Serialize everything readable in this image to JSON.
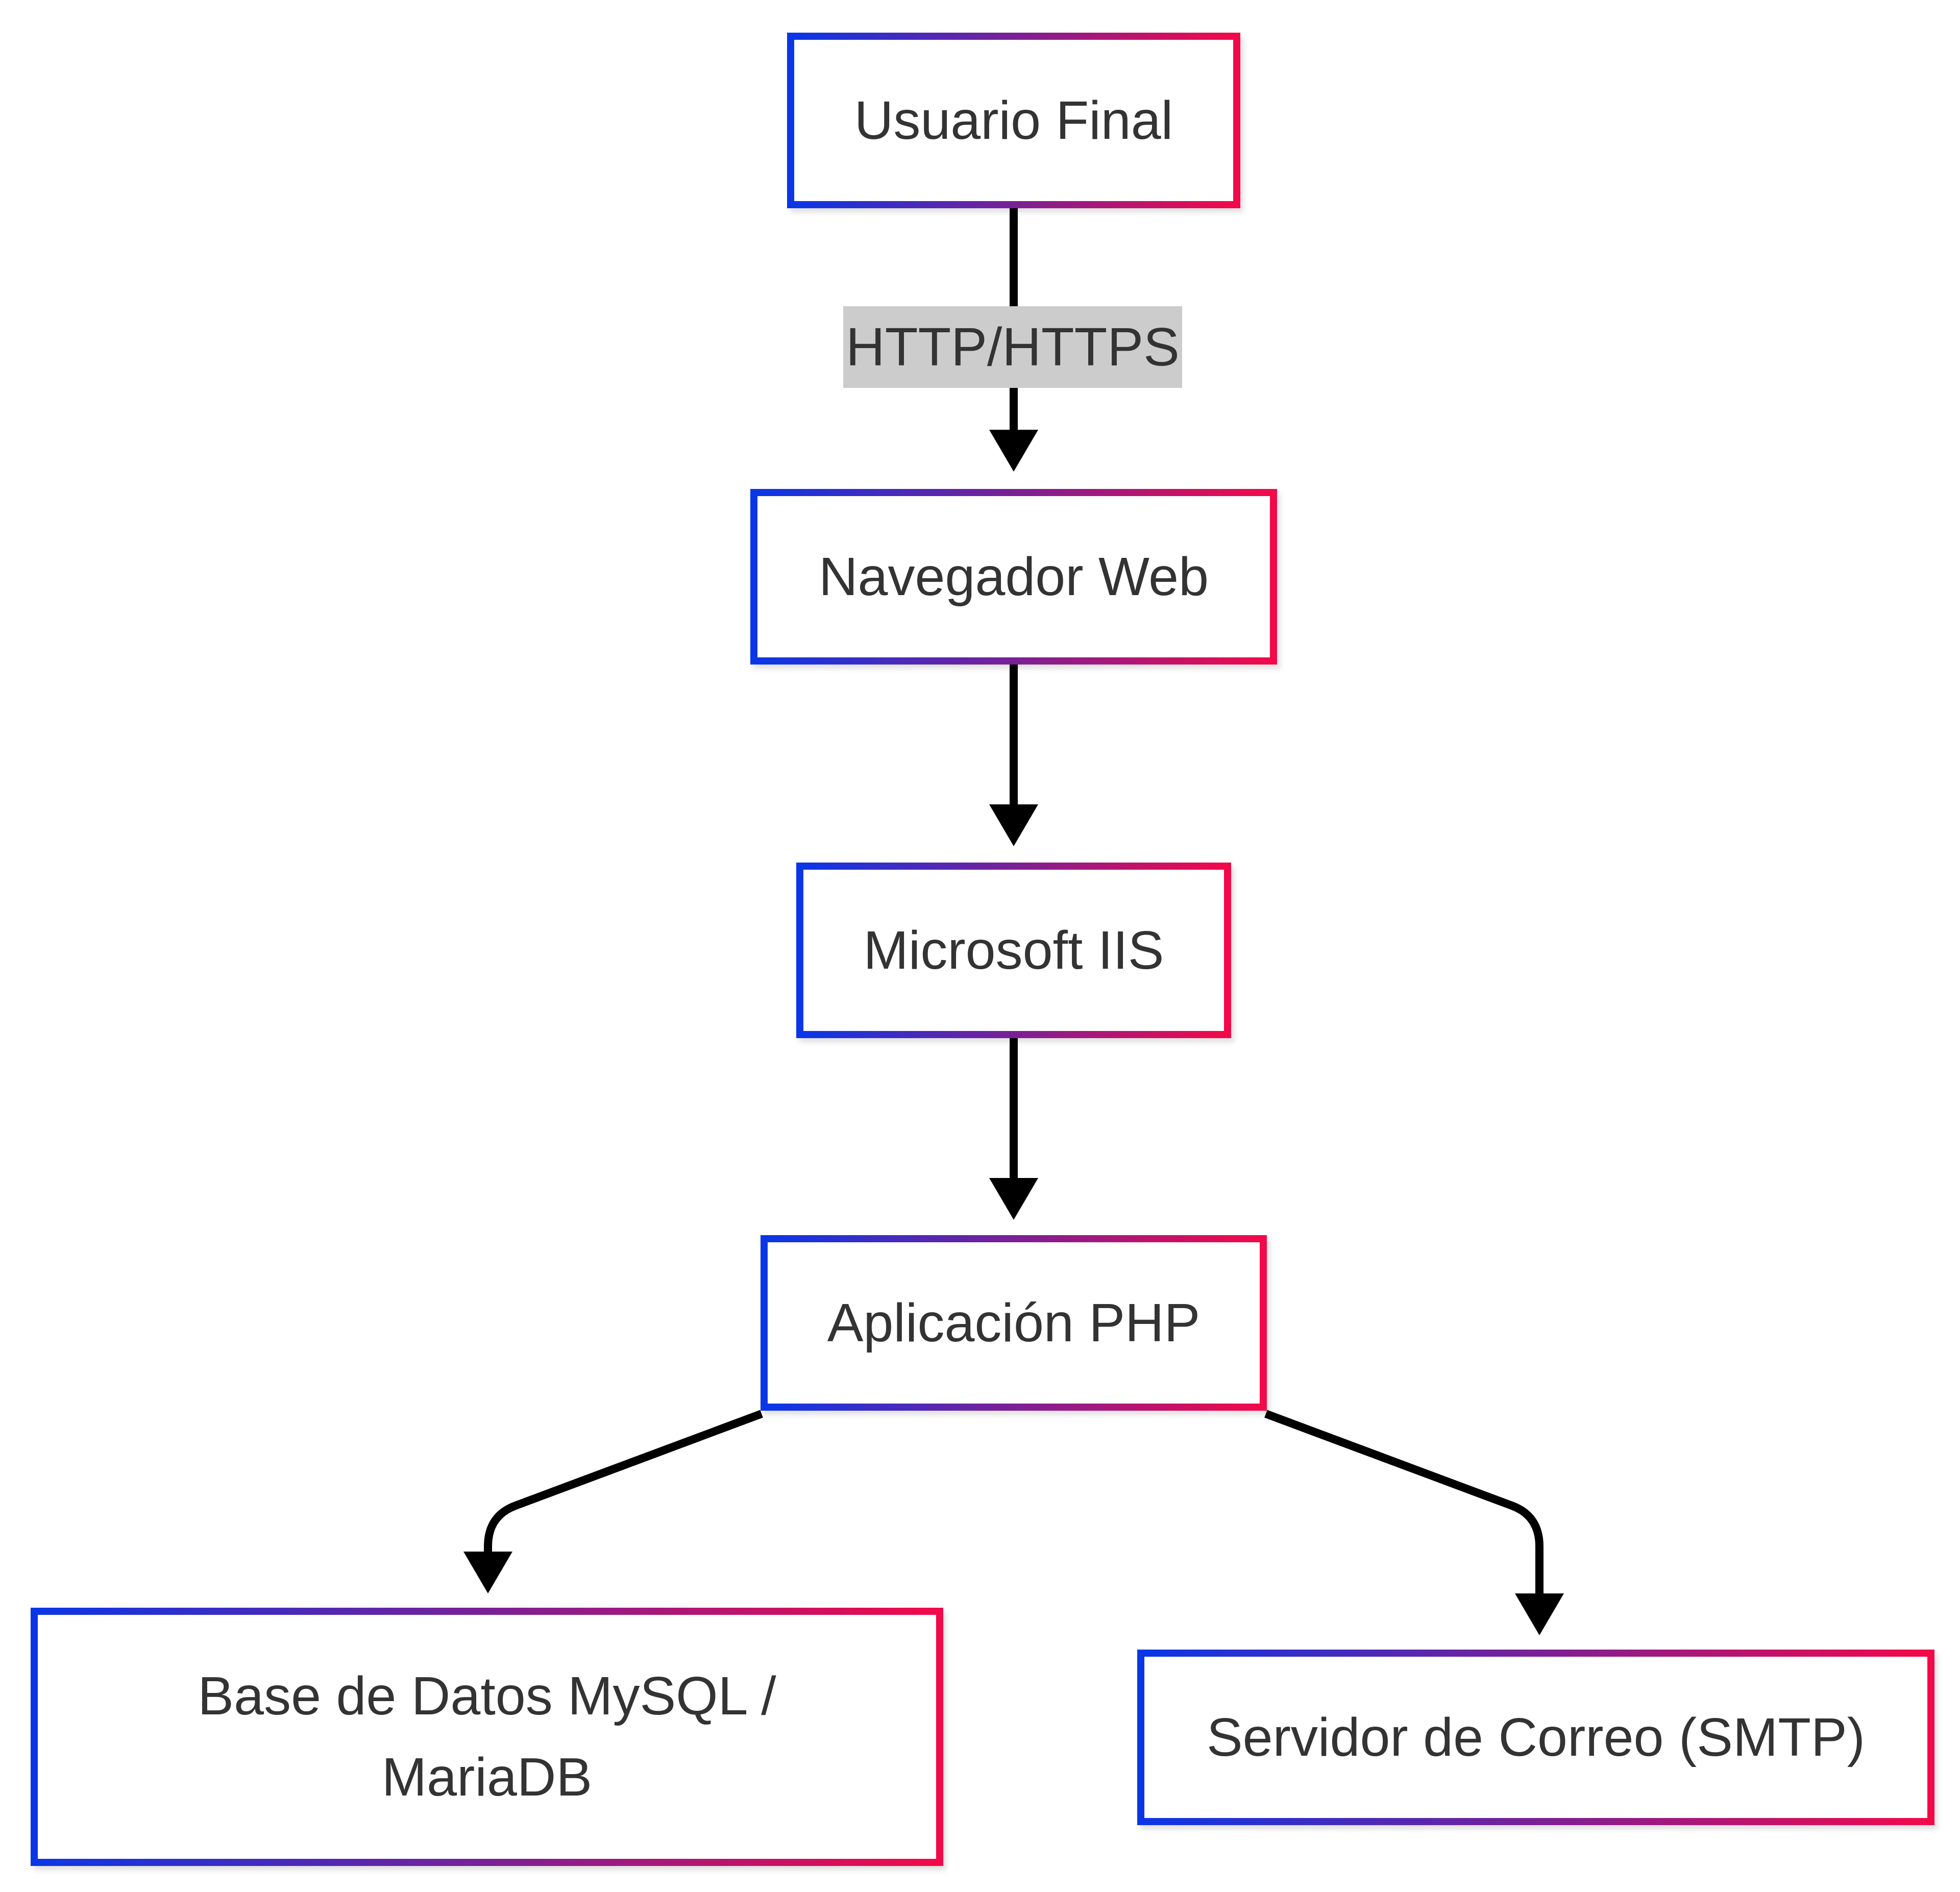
{
  "diagram": {
    "nodes": {
      "usuario": "Usuario Final",
      "navegador": "Navegador Web",
      "iis": "Microsoft IIS",
      "php": "Aplicación PHP",
      "db": "Base de Datos MySQL / MariaDB",
      "smtp": "Servidor de Correo (SMTP)"
    },
    "edges": [
      {
        "from": "usuario",
        "to": "navegador",
        "label": "HTTP/HTTPS"
      },
      {
        "from": "navegador",
        "to": "iis",
        "label": ""
      },
      {
        "from": "iis",
        "to": "php",
        "label": ""
      },
      {
        "from": "php",
        "to": "db",
        "label": ""
      },
      {
        "from": "php",
        "to": "smtp",
        "label": ""
      }
    ],
    "colors": {
      "border_start": "#0b36e6",
      "border_end": "#f2094a",
      "arrow": "#000000",
      "text": "#333333",
      "label_bg": "#cccccc"
    }
  }
}
